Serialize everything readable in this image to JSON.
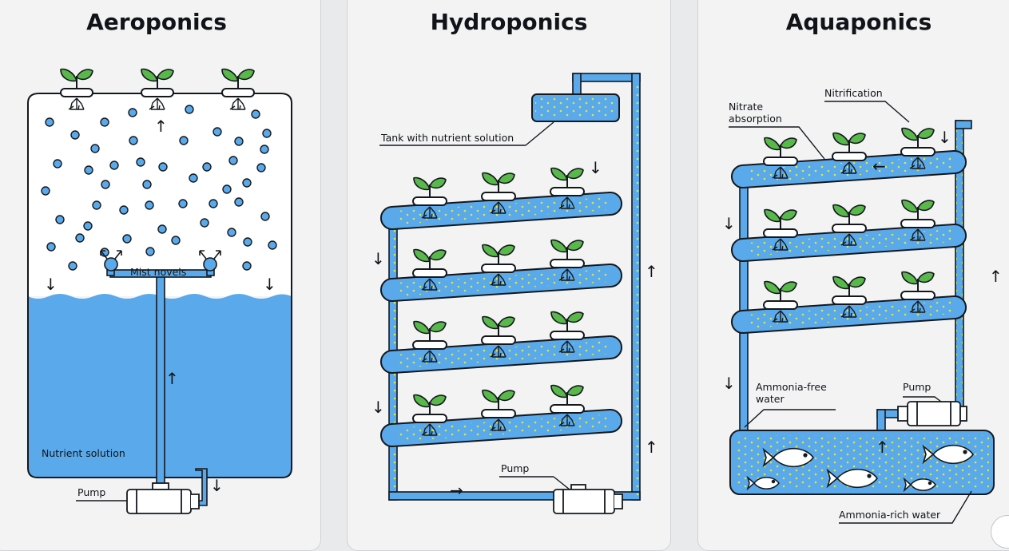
{
  "colors": {
    "water": "#5aa9ea",
    "outline": "#14181d",
    "leaf": "#59b84a",
    "nutrient_dot": "#d9e64a",
    "panel_bg": "#f3f3f4"
  },
  "panels": [
    {
      "title": "Aeroponics",
      "labels": {
        "mist": "Mist novels",
        "nutrient": "Nutrient solution",
        "pump": "Pump"
      }
    },
    {
      "title": "Hydroponics",
      "labels": {
        "tank": "Tank with nutrient solution",
        "pump": "Pump"
      }
    },
    {
      "title": "Aquaponics",
      "labels": {
        "nitrate_line1": "Nitrate",
        "nitrate_line2": "absorption",
        "nitrification": "Nitrification",
        "ammonia_free_line1": "Ammonia-free",
        "ammonia_free_line2": "water",
        "pump": "Pump",
        "ammonia_rich": "Ammonia-rich water"
      }
    }
  ],
  "arrows": {
    "up": "↑",
    "down": "↓",
    "right": "→",
    "left": "←"
  },
  "icons": [
    "plant-icon",
    "roots-icon",
    "fish-icon",
    "pump-icon",
    "mist-nozzle-icon",
    "chat-badge-icon"
  ]
}
